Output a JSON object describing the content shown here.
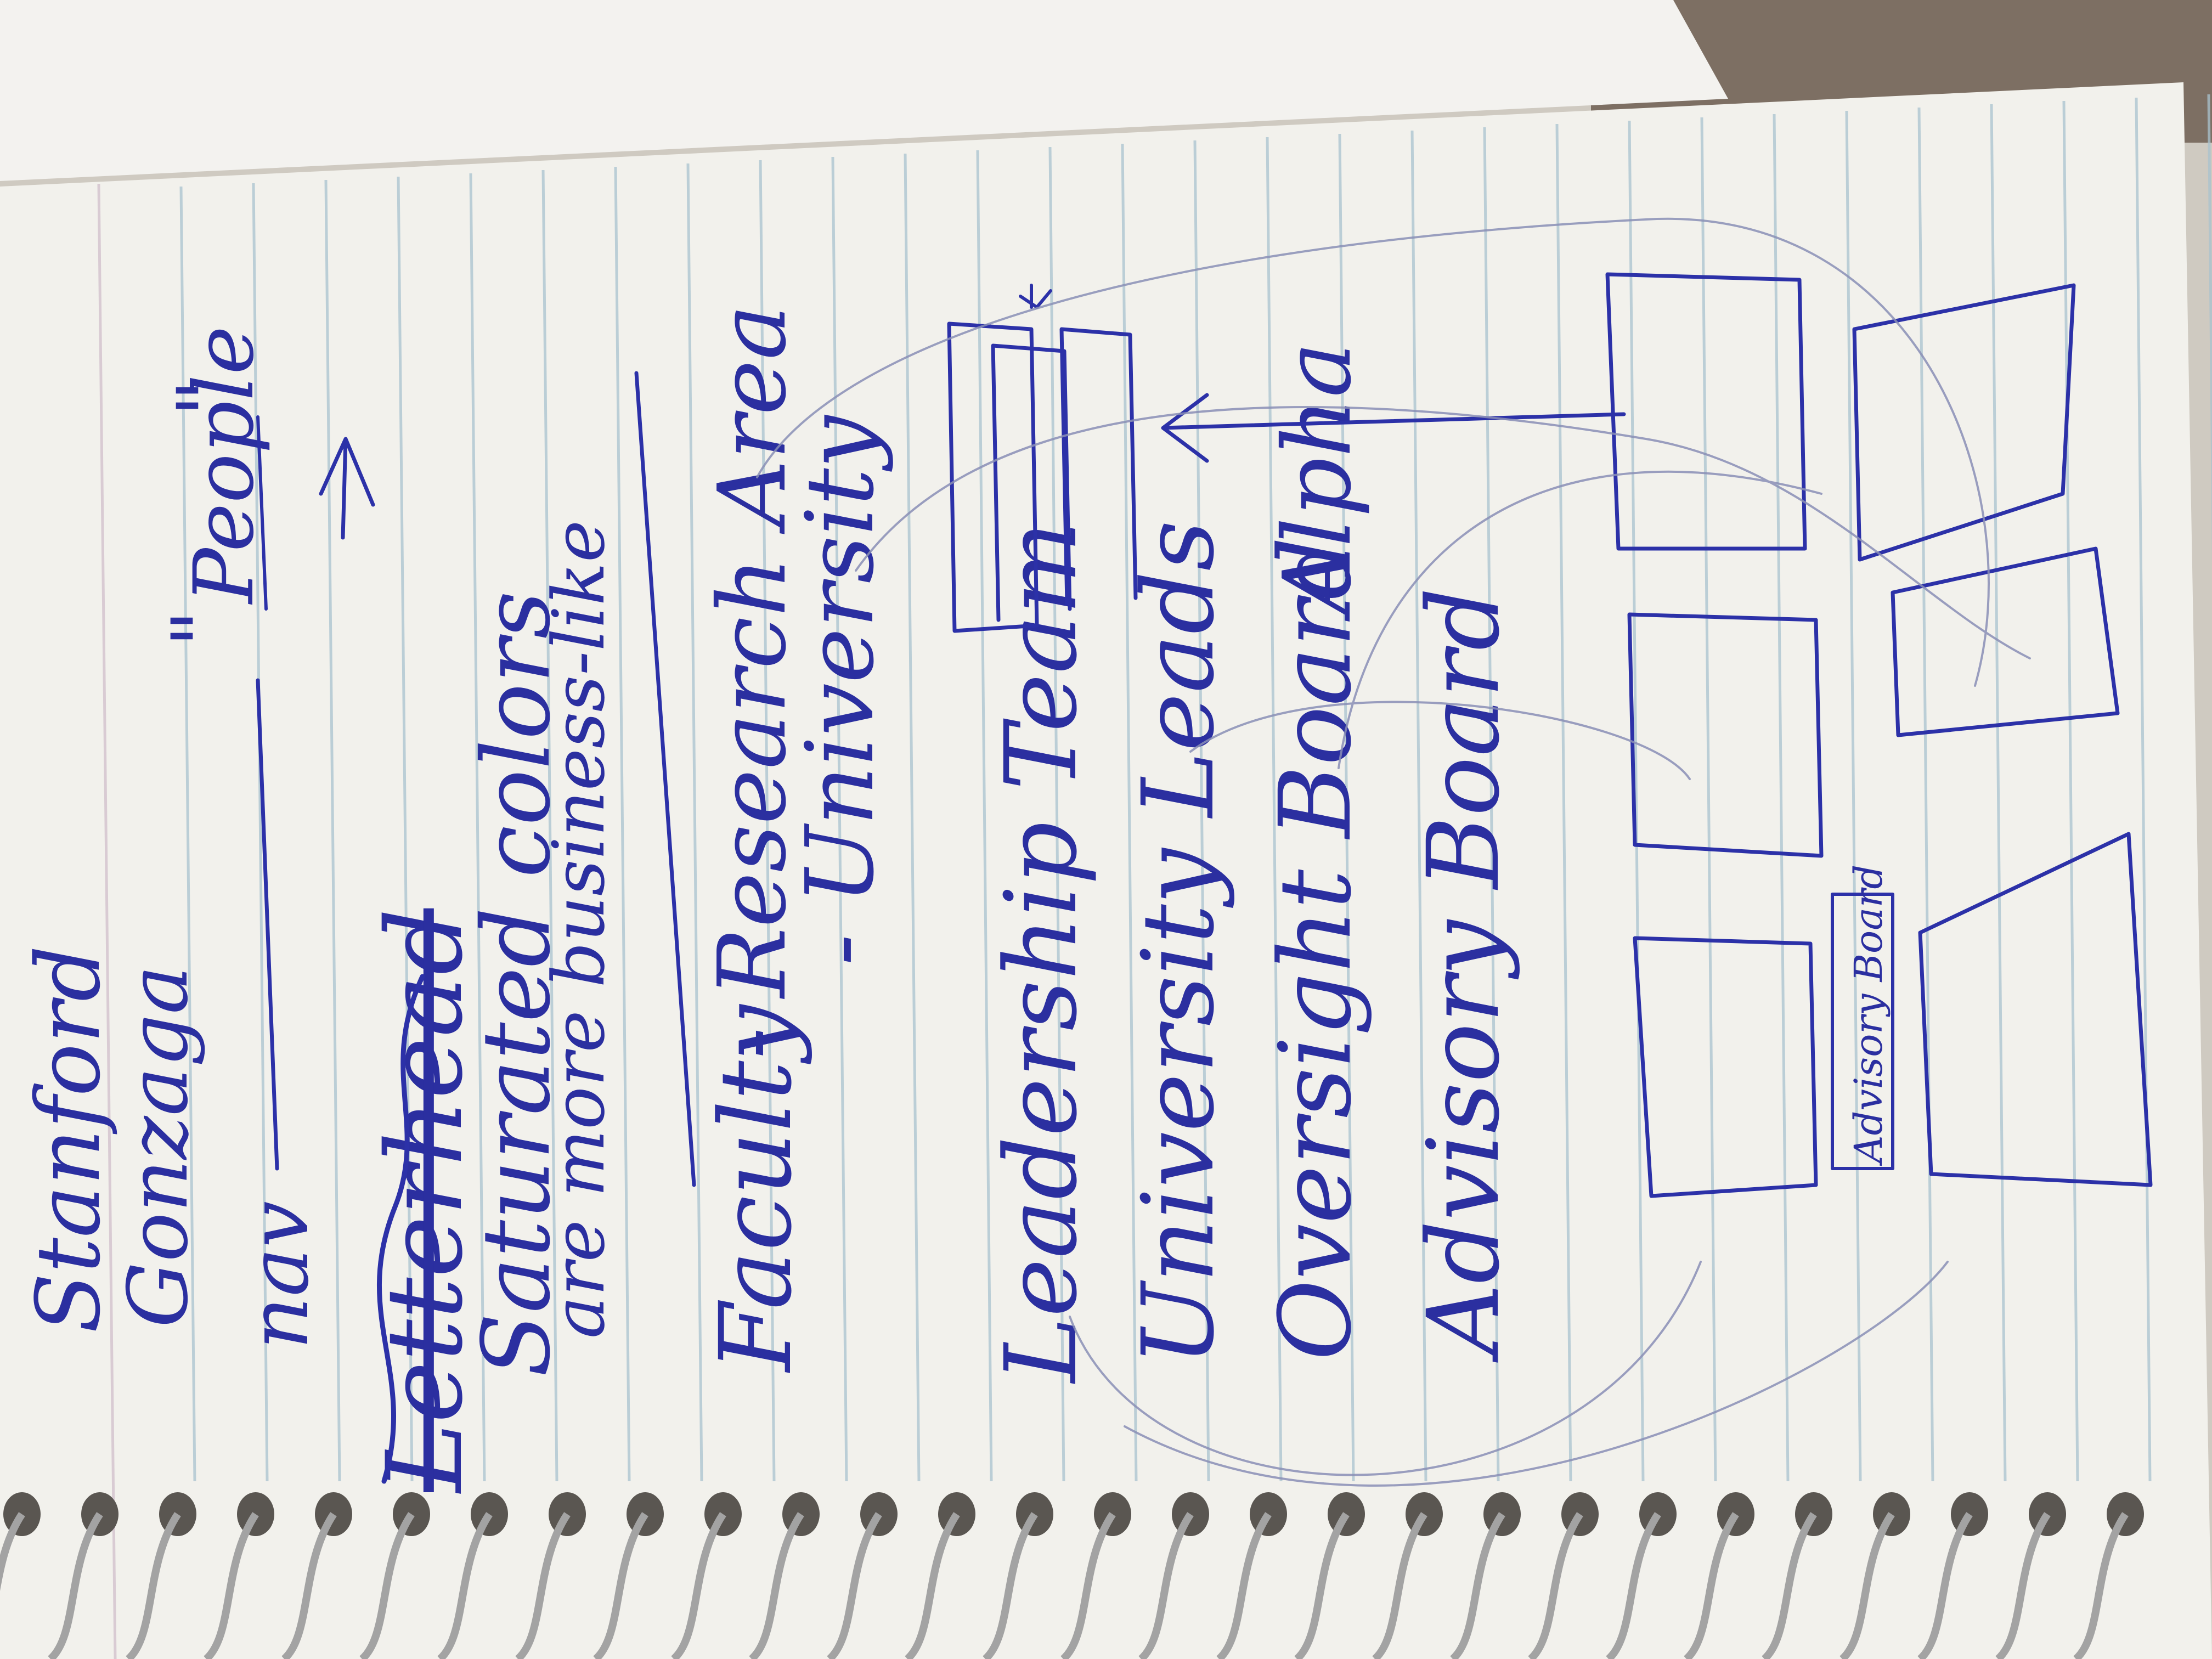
{
  "notes": {
    "line1": "Stanford",
    "line2": "Gonzaga",
    "nav": "nav",
    "people_open_quote": "\"",
    "people": "People",
    "people_close_quote": "\"",
    "scribble_word": "Letterhead",
    "line_colors": "Saturated colors",
    "line_business": "are more business-like",
    "faculty": "Faculty",
    "research_area": "- Research Area",
    "university": "- University",
    "leadership": "Leadership Team",
    "university_leads": "University Leads",
    "oversight": "Oversight Board",
    "alpha": "Alpha",
    "advisory": "Advisory Board",
    "advisory_box_label": "Advisory Board"
  },
  "colors": {
    "paper": "#f4f3ef",
    "ink": "#2c31a8",
    "rule_line": "#a9c3cf",
    "spiral": "#9a9a9a",
    "desk": "#d8d4cc"
  }
}
